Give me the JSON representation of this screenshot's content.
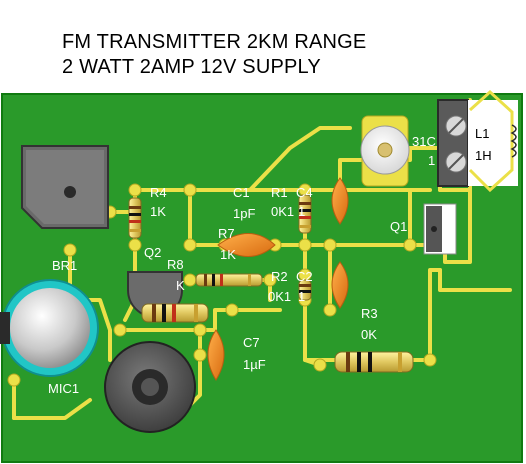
{
  "title": {
    "line1": "FM TRANSMITTER 2KM RANGE",
    "line2": "2 WATT 2AMP 12V SUPPLY"
  },
  "labels": {
    "br1": "BR1",
    "mic1": "MIC1",
    "q2": "Q2",
    "r4_name": "R4",
    "r4_value": "1K",
    "c1_name": "C1",
    "c1_value": "1pF",
    "r1_name": "R1",
    "r1_value": "0K1",
    "c4_name": "C4",
    "c4_value": "1",
    "r7_name": "R7",
    "r7_value": "1K",
    "r8_name": "R8",
    "r8_value": "K",
    "r2_name": "R2",
    "r2_value": "0K1",
    "c2_name": "C2",
    "c2_value": "1",
    "r3_name": "R3",
    "r3_value": "0K",
    "c7_name": "C7",
    "c7_value": "1µF",
    "q1": "Q1",
    "l1_name": "L1",
    "l1_value": "1H",
    "c3_partial": "31C",
    "c3_value_partial": "1"
  },
  "colors": {
    "board": "#2a9a2a",
    "board_edge": "#107a10",
    "trace": "#ebe048",
    "silk": "#ffffff",
    "capacitor": "#f08a1e",
    "mic_ring": "#21c6c6"
  }
}
